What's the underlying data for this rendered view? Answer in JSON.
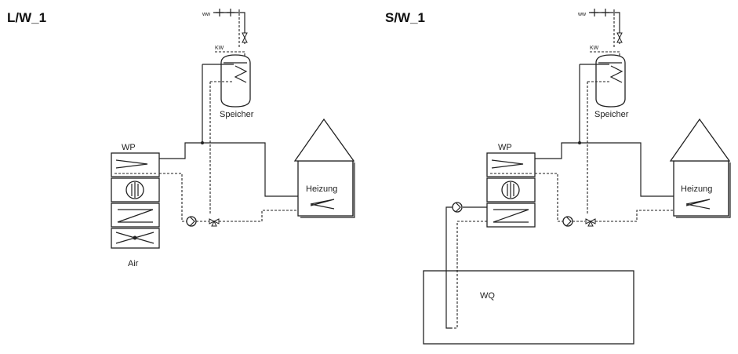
{
  "left": {
    "title": "L/W_1",
    "ww": "ww",
    "kw": "KW",
    "storage": "Speicher",
    "heat_pump": "WP",
    "heating": "Heizung",
    "source": "Air"
  },
  "right": {
    "title": "S/W_1",
    "ww": "ww",
    "kw": "KW",
    "storage": "Speicher",
    "heat_pump": "WP",
    "heating": "Heizung",
    "source": "WQ"
  }
}
